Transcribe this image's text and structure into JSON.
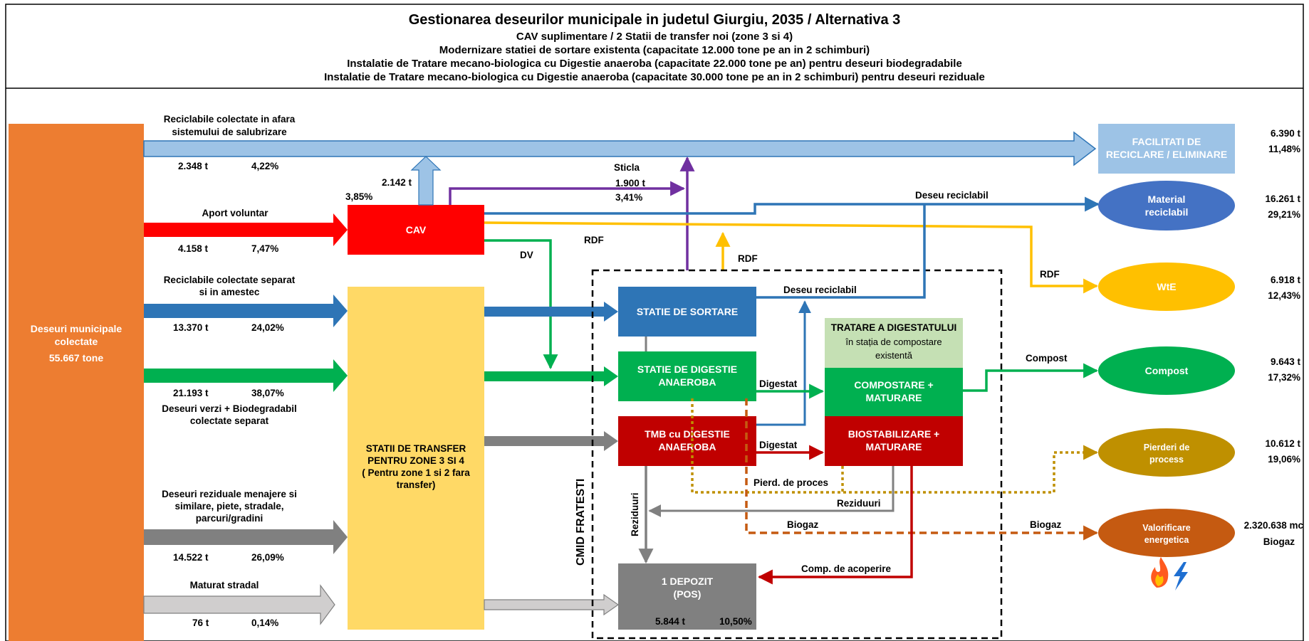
{
  "header": {
    "title": "Gestionarea deseurilor municipale in judetul Giurgiu, 2035 / Alternativa 3",
    "line1": "CAV suplimentare / 2 Statii de transfer noi (zone 3 si 4)",
    "line2": "Modernizare statiei de sortare existenta (capacitate 12.000 tone pe an in 2 schimburi)",
    "line3": "Instalatie de Tratare mecano-biologica cu Digestie anaeroba (capacitate 22.000 tone pe an) pentru deseuri biodegradabile",
    "line4": "Instalatie de Tratare mecano-biologica cu Digestie anaeroba (capacitate 30.000 tone pe an in 2 schimburi) pentru deseuri reziduale"
  },
  "source": {
    "line1": "Deseuri municipale",
    "line2": "colectate",
    "total": "55.667  tone"
  },
  "inputs": {
    "outside": {
      "label1": "Reciclabile colectate in afara",
      "label2": "sistemului  de salubrizare",
      "tons": "2.348 t",
      "pct": "4,22%"
    },
    "aport": {
      "label": "Aport voluntar",
      "tons": "4.158 t",
      "pct": "7,47%"
    },
    "recyclables": {
      "label1": "Reciclabile colectate separat",
      "label2": "si in amestec",
      "tons": "13.370 t",
      "pct": "24,02%"
    },
    "green": {
      "label1": "Deseuri verzi + Biodegradabil",
      "label2": "colectate separat",
      "tons": "21.193 t",
      "pct": "38,07%"
    },
    "residual": {
      "label1": "Deseuri reziduale menajere si",
      "label2": "similare, piete, stradale,",
      "label3": "parcuri/gradini",
      "tons": "14.522 t",
      "pct": "26,09%"
    },
    "street": {
      "label": "Maturat stradal",
      "tons": "76 t",
      "pct": "0,14%"
    }
  },
  "cav": {
    "label": "CAV",
    "up_tons": "2.142 t",
    "up_pct": "3,85%",
    "glass_label": "Sticla",
    "glass_tons": "1.900 t",
    "glass_pct": "3,41%",
    "rdf_label": "RDF",
    "dv_label": "DV"
  },
  "transfer": {
    "line1": "STATII DE TRANSFER",
    "line2": "PENTRU ZONE 3 SI 4",
    "line3": "( Pentru zone 1 si 2 fara",
    "line4": "transfer)"
  },
  "cmid": {
    "label": "CMID FRATESTI",
    "sorting": "STATIE DE SORTARE",
    "digestion1": "STATIE DE DIGESTIE",
    "digestion2": "ANAEROBA",
    "tmb1": "TMB cu DIGESTIE",
    "tmb2": "ANAEROBA",
    "digest_title": "TRATARE A DIGESTATULUI",
    "digest_sub1": "în stația de compostare",
    "digest_sub2": "existentă",
    "compost1": "COMPOSTARE +",
    "compost2": "MATURARE",
    "bio1": "BIOSTABILIZARE +",
    "bio2": "MATURARE",
    "depot1": "1 DEPOZIT",
    "depot2": "(POS)",
    "depot_tons": "5.844 t",
    "depot_pct": "10,50%"
  },
  "flow_labels": {
    "rdf_top": "RDF",
    "rdf_right": "RDF",
    "deseu_reciclabil_top": "Deseu reciclabil",
    "deseu_reciclabil_mid": "Deseu reciclabil",
    "digestat1": "Digestat",
    "digestat2": "Digestat",
    "compost": "Compost",
    "pierderi": "Pierd. de proces",
    "reziduuri_h": "Reziduuri",
    "reziduuri_v": "Reziduuri",
    "biogaz_mid": "Biogaz",
    "biogaz_right": "Biogaz",
    "comp_acoperire": "Comp. de acoperire"
  },
  "outputs": {
    "facilitati": {
      "line1": "FACILITATI DE",
      "line2": "RECICLARE / ELIMINARE",
      "tons": "6.390 t",
      "pct": "11,48%"
    },
    "material": {
      "line1": "Material",
      "line2": "reciclabil",
      "tons": "16.261 t",
      "pct": "29,21%"
    },
    "wte": {
      "line1": "WtE",
      "tons": "6.918 t",
      "pct": "12,43%"
    },
    "compost": {
      "line1": "Compost",
      "tons": "9.643 t",
      "pct": "17,32%"
    },
    "pierderi": {
      "line1": "Pierderi de",
      "line2": "process",
      "tons": "10.612 t",
      "pct": "19,06%"
    },
    "valorificare": {
      "line1": "Valorificare",
      "line2": "energetica",
      "amount": "2.320.638 mc",
      "unit": "Biogaz"
    }
  },
  "icons": [
    "fire-icon",
    "lightning-icon"
  ],
  "colors": {
    "orange": "#ED7D31",
    "light_blue": "#9DC3E6",
    "red": "#FF0000",
    "blue": "#2E75B6",
    "green": "#00B050",
    "gray": "#808080",
    "light_gray": "#D0CECE",
    "yellow": "#FFD966",
    "dark_red": "#C00000",
    "gold": "#FFC000",
    "purple": "#7030A0",
    "olive": "#BF9000",
    "brown": "#C55A11",
    "ellipse_blue": "#4472C4",
    "facility_blue": "#9DC3E6",
    "digest_green": "#C5E0B4"
  }
}
